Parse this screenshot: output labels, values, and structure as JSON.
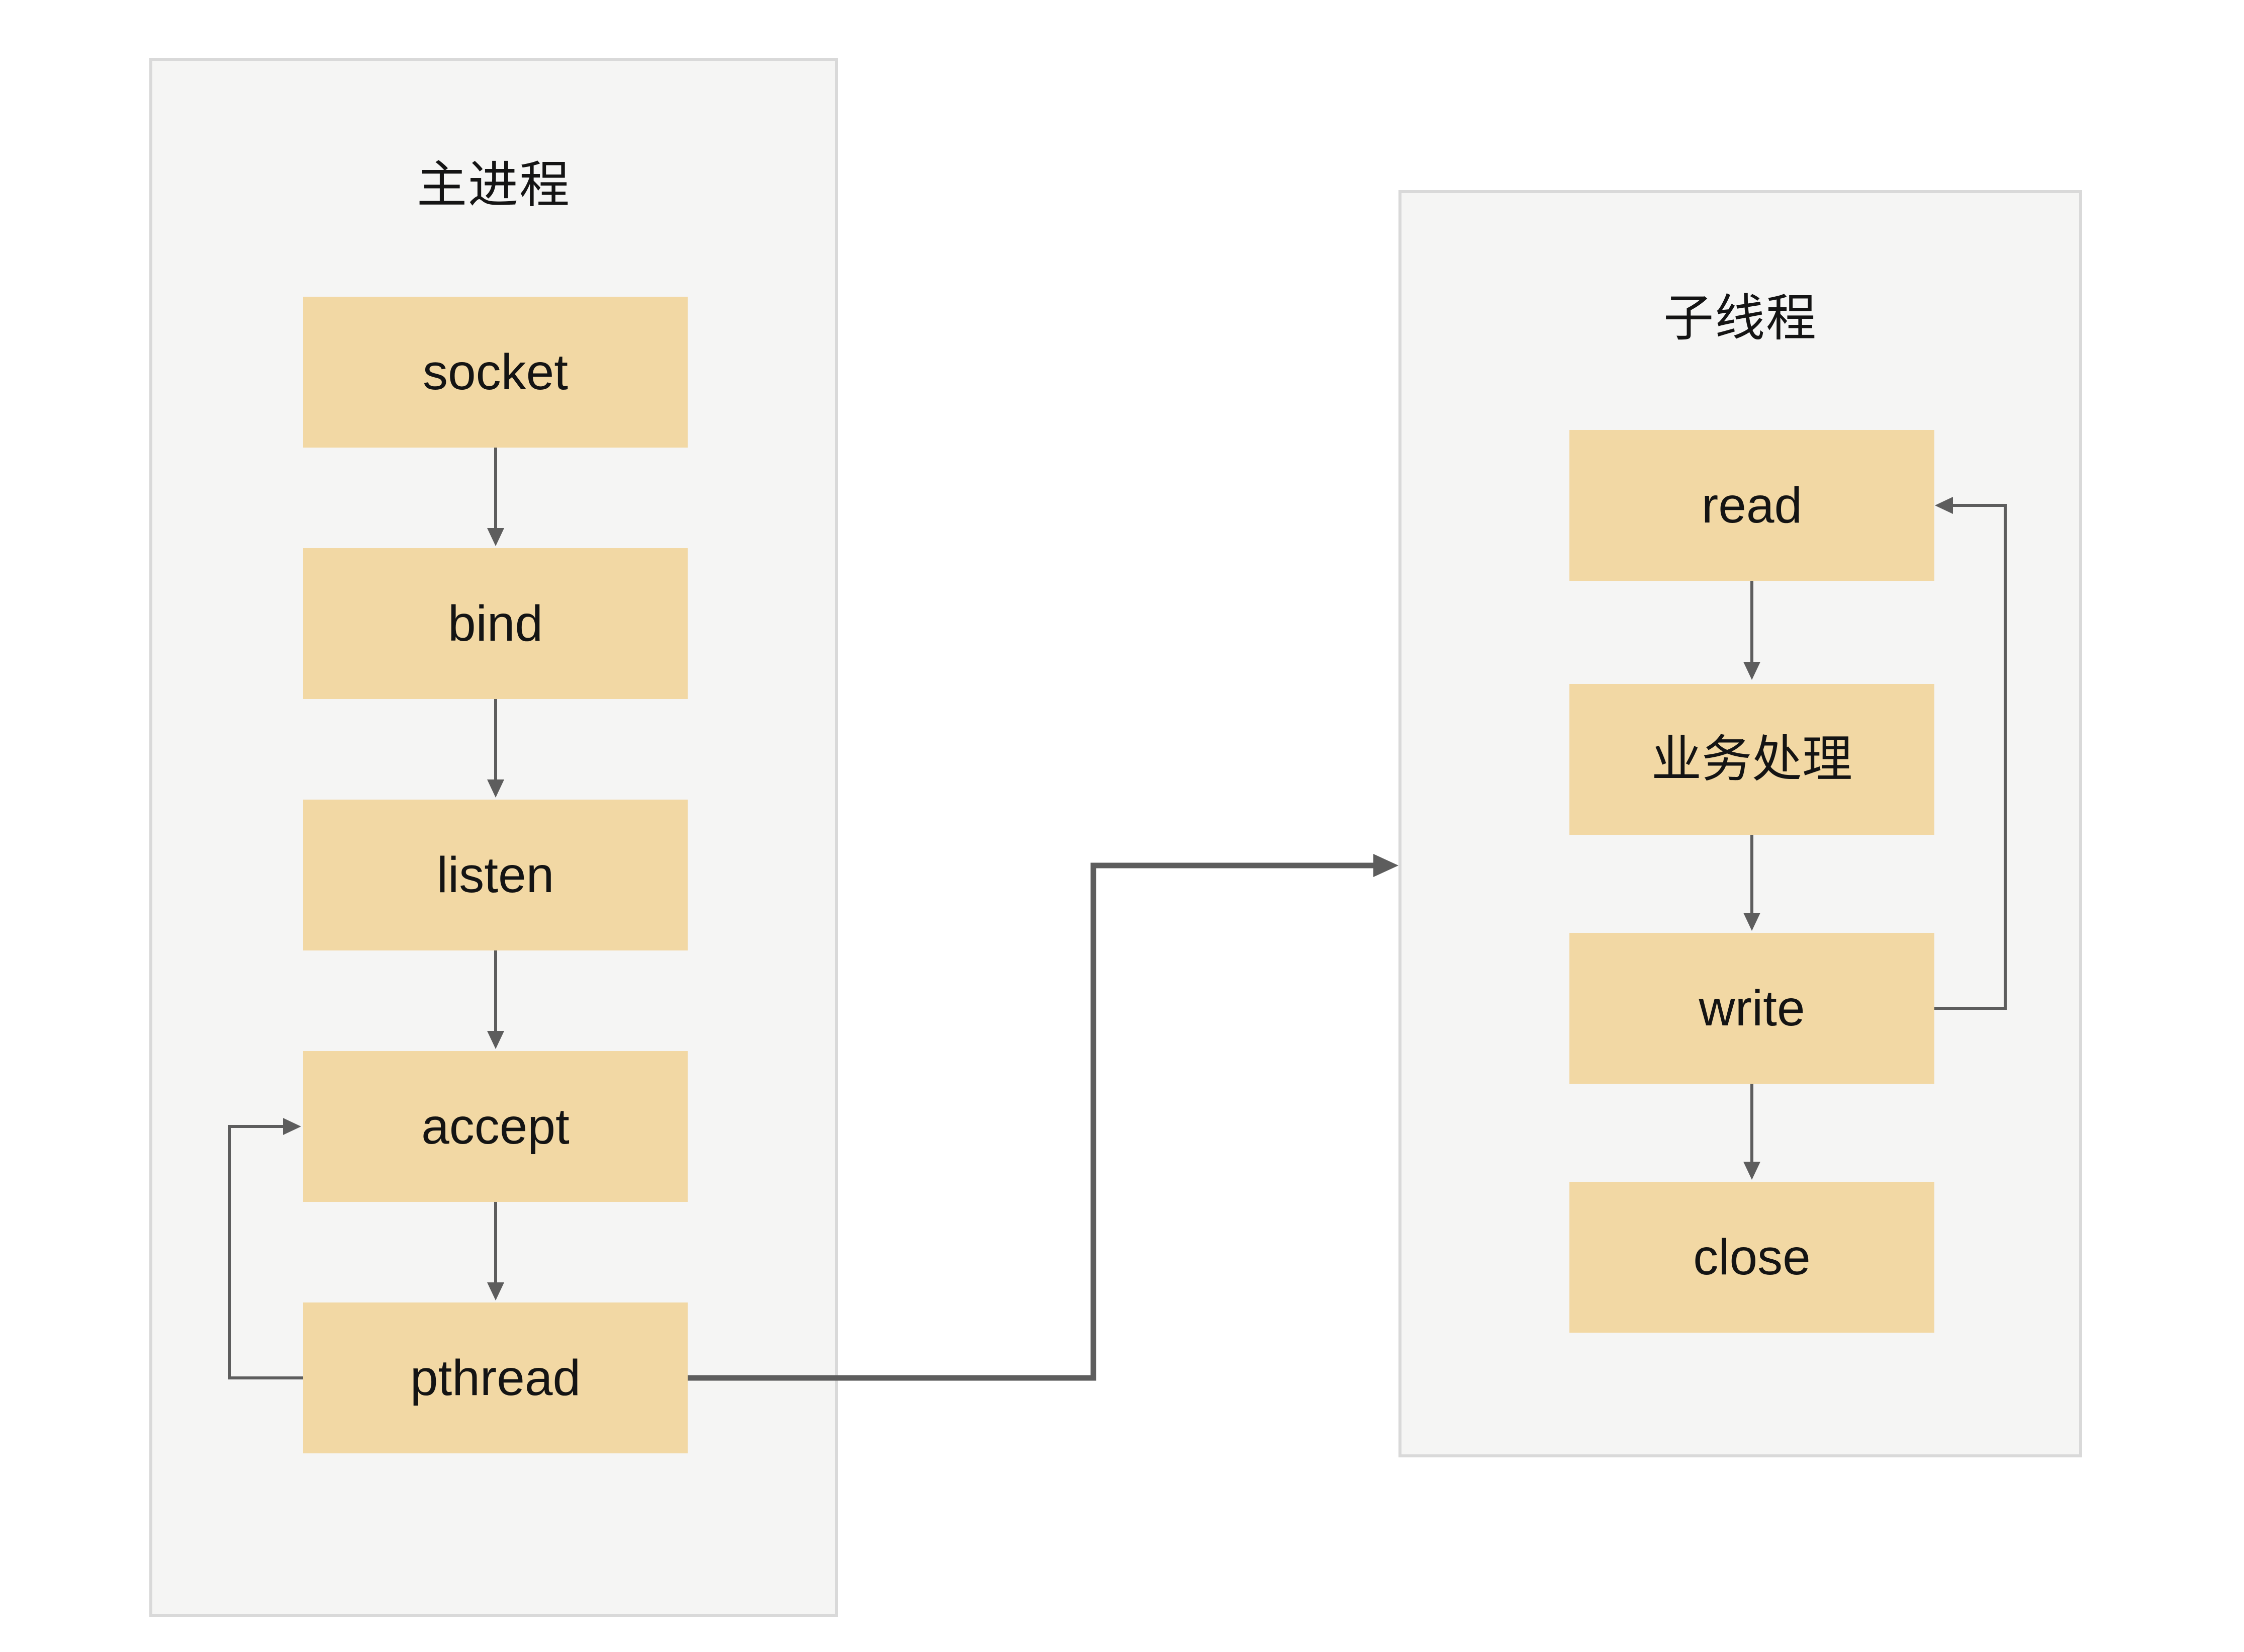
{
  "colors": {
    "page_bg": "#ffffff",
    "container_fill": "#f5f5f4",
    "container_border": "#d9d9d9",
    "box_fill": "#f2d8a4",
    "arrow_color": "#5d5d5d",
    "text_color": "#141414"
  },
  "diagram": {
    "main_process": {
      "title": "主进程",
      "steps": [
        "socket",
        "bind",
        "listen",
        "accept",
        "pthread"
      ]
    },
    "child_thread": {
      "title": "子线程",
      "steps": [
        "read",
        "业务处理",
        "write",
        "close"
      ]
    },
    "edges": [
      {
        "from": "socket",
        "to": "bind",
        "type": "flow"
      },
      {
        "from": "bind",
        "to": "listen",
        "type": "flow"
      },
      {
        "from": "listen",
        "to": "accept",
        "type": "flow"
      },
      {
        "from": "accept",
        "to": "pthread",
        "type": "flow"
      },
      {
        "from": "pthread",
        "to": "accept",
        "type": "loop-back"
      },
      {
        "from": "pthread",
        "to": "child_thread",
        "type": "thread-spawn"
      },
      {
        "from": "read",
        "to": "业务处理",
        "type": "flow"
      },
      {
        "from": "业务处理",
        "to": "write",
        "type": "flow"
      },
      {
        "from": "write",
        "to": "close",
        "type": "flow"
      },
      {
        "from": "write",
        "to": "read",
        "type": "loop-back"
      }
    ]
  }
}
